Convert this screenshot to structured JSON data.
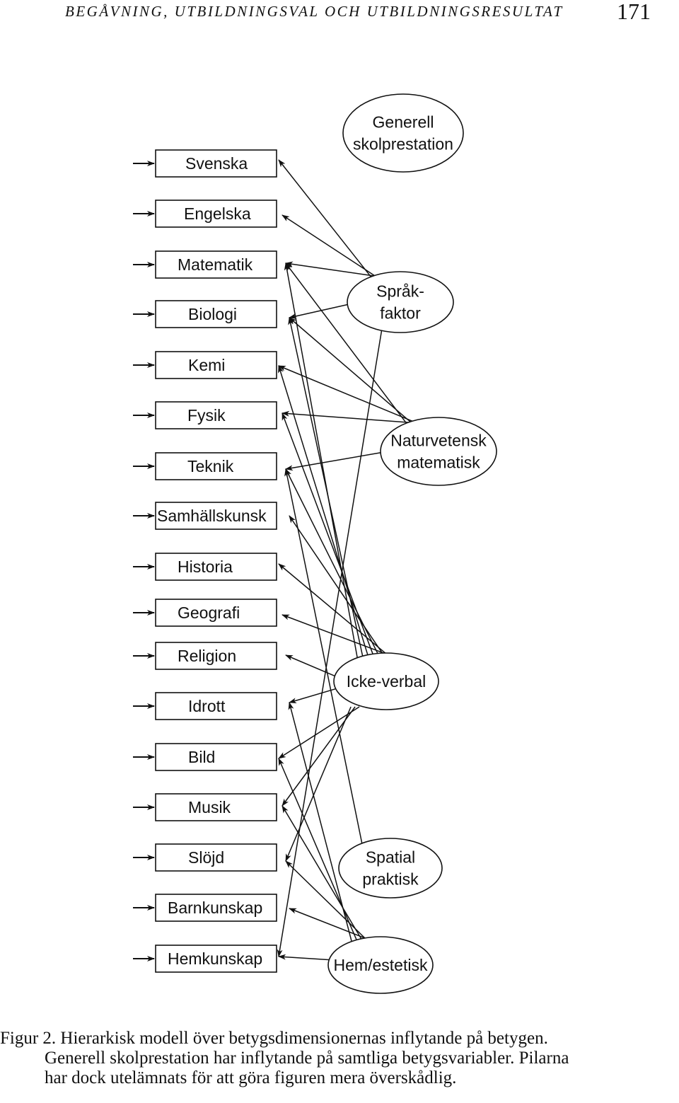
{
  "header": {
    "running_head": "BEGÅVNING, UTBILDNINGSVAL OCH UTBILDNINGSRESULTAT",
    "page_number": "171"
  },
  "subjects": [
    "Svenska",
    "Engelska",
    "Matematik",
    "Biologi",
    "Kemi",
    "Fysik",
    "Teknik",
    "Samhällskunsk",
    "Historia",
    "Geografi",
    "Religion",
    "Idrott",
    "Bild",
    "Musik",
    "Slöjd",
    "Barnkunskap",
    "Hemkunskap"
  ],
  "factors": [
    {
      "lines": [
        "Generell",
        "skolprestation"
      ]
    },
    {
      "lines": [
        "Språk-",
        "faktor"
      ]
    },
    {
      "lines": [
        "Naturvetensk",
        "matematisk"
      ]
    },
    {
      "lines": [
        "Icke-verbal"
      ]
    },
    {
      "lines": [
        "Spatial",
        "praktisk"
      ]
    },
    {
      "lines": [
        "Hem/estetisk"
      ]
    }
  ],
  "loadings": [
    {
      "factor": 1,
      "subjects": [
        0,
        1,
        2,
        3
      ]
    },
    {
      "factor": 1,
      "subjects": [
        16
      ]
    },
    {
      "factor": 2,
      "subjects": [
        2,
        3,
        4,
        5,
        6
      ]
    },
    {
      "factor": 3,
      "subjects": [
        2,
        3,
        4,
        5,
        6,
        7,
        8,
        9
      ]
    },
    {
      "factor": 3,
      "subjects": [
        10,
        11,
        12,
        13,
        14
      ]
    },
    {
      "factor": 4,
      "subjects": [
        6
      ]
    },
    {
      "factor": 5,
      "subjects": [
        11,
        12,
        13,
        14,
        15,
        16
      ]
    }
  ],
  "caption": {
    "line1": "Figur 2. Hierarkisk modell över betygsdimensionernas inflytande på betygen.",
    "line2": "Generell skolprestation har inflytande på samtliga betygsvariabler. Pilarna",
    "line3": "har dock utelämnats för att göra figuren mera överskådlig."
  }
}
